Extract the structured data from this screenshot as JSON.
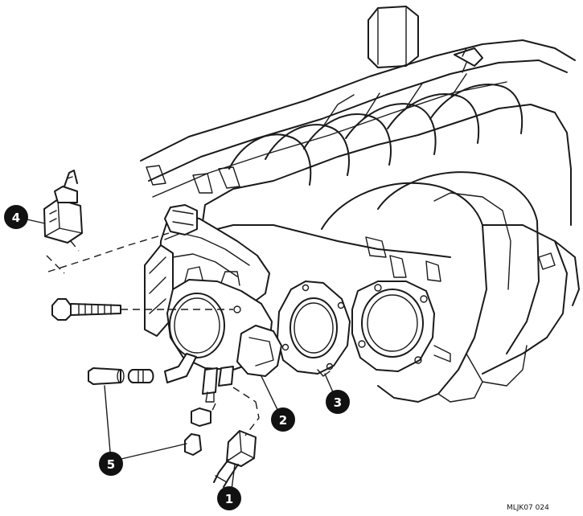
{
  "callouts": [
    {
      "id": "1",
      "label": "1"
    },
    {
      "id": "2",
      "label": "2"
    },
    {
      "id": "3",
      "label": "3"
    },
    {
      "id": "4",
      "label": "4"
    },
    {
      "id": "5",
      "label": "5"
    }
  ],
  "reference_code": "MLJK07 024"
}
